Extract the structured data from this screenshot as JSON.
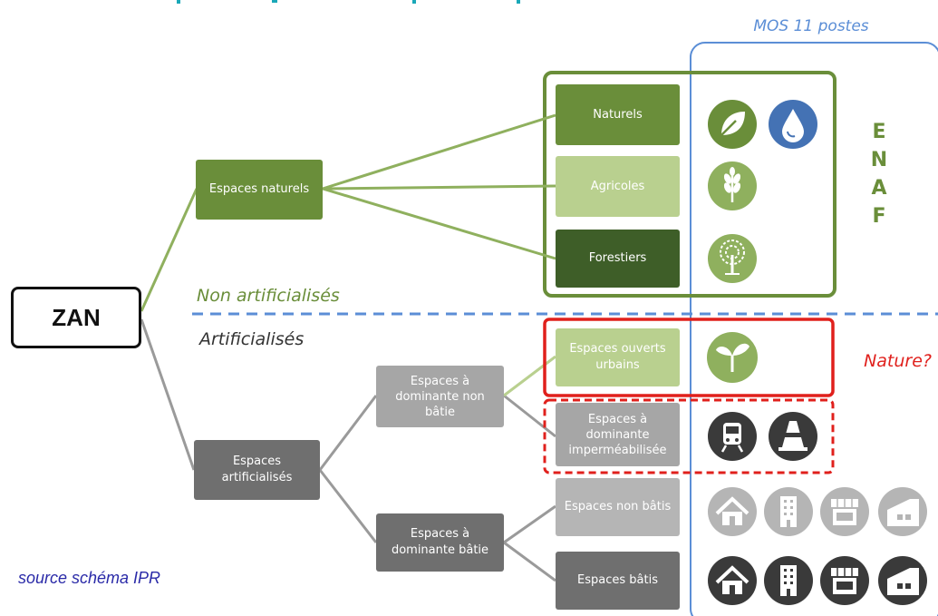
{
  "header": {
    "title_partial": "",
    "mos_label": "MOS 11 postes"
  },
  "root": {
    "label": "ZAN"
  },
  "zones": {
    "non_artificial": "Non artificialisés",
    "artificial": "Artificialisés",
    "enaf_letters": [
      "E",
      "N",
      "A",
      "F"
    ],
    "nature_question": "Nature?"
  },
  "nodes": {
    "espaces_naturels": "Espaces naturels",
    "naturels": "Naturels",
    "agricoles": "Agricoles",
    "forestiers": "Forestiers",
    "espaces_artificialises": [
      "Espaces",
      "artificialisés"
    ],
    "dominante_non_batie": [
      "Espaces à",
      "dominante non",
      "bâtie"
    ],
    "dominante_batie": [
      "Espaces à",
      "dominante bâtie"
    ],
    "ouverts_urbains": [
      "Espaces ouverts",
      "urbains"
    ],
    "impermeabilisee": [
      "Espaces à",
      "dominante",
      "imperméabilisée"
    ],
    "non_batis": "Espaces non bâtis",
    "batis": "Espaces bâtis"
  },
  "icons": {
    "naturels": [
      "leaf-icon",
      "water-drop-icon"
    ],
    "agricoles": [
      "wheat-icon"
    ],
    "forestiers": [
      "tree-icon"
    ],
    "ouverts_urbains": [
      "sprout-icon"
    ],
    "impermeabilisee": [
      "train-icon",
      "traffic-cone-icon"
    ],
    "non_batis": [
      "house-icon",
      "building-icon",
      "shop-icon",
      "factory-icon"
    ],
    "batis": [
      "house-icon",
      "building-icon",
      "shop-icon",
      "factory-icon"
    ]
  },
  "colors": {
    "green_dark": "#3e5e28",
    "green_mid": "#6a8e3a",
    "green_light": "#b9d08f",
    "grey_dark": "#6f6f6f",
    "grey_mid": "#a6a6a6",
    "blue_dashed": "#5b8ed6",
    "red": "#e0201c",
    "water_blue": "#4472b4"
  },
  "footer": {
    "source": "source schéma IPR"
  }
}
